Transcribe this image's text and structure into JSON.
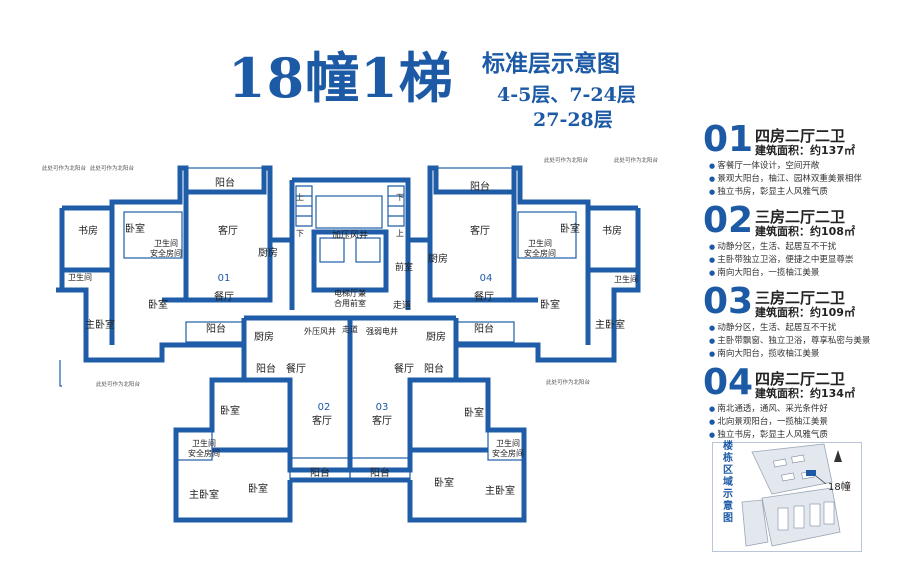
{
  "title": {
    "main": "18幢1梯",
    "sub": "标准层示意图",
    "floors1": "4-5层、7-24层",
    "floors2": "27-28层"
  },
  "units": [
    {
      "num": "01",
      "rooms": "四房二厅二卫",
      "area": "建筑面积：约137㎡",
      "features": [
        "客餐厅一体设计，空间开敞",
        "景观大阳台，柚江、园林双重美景相伴",
        "独立书房，彰显主人风雅气质"
      ]
    },
    {
      "num": "02",
      "rooms": "三房二厅二卫",
      "area": "建筑面积：约108㎡",
      "features": [
        "动静分区，生活、起居互不干扰",
        "主卧带独立卫浴，便捷之中更显尊崇",
        "南向大阳台，一揽柚江美景"
      ]
    },
    {
      "num": "03",
      "rooms": "三房二厅二卫",
      "area": "建筑面积：约109㎡",
      "features": [
        "动静分区，生活、起居互不干扰",
        "主卧带飘窗、独立卫浴，尊享私密与美景",
        "南向大阳台，揽收柚江美景"
      ]
    },
    {
      "num": "04",
      "rooms": "四房二厅二卫",
      "area": "建筑面积：约134㎡",
      "features": [
        "南北通透，通风、采光条件好",
        "北向景观阳台，一揽柚江美景",
        "独立书房，彰显主人风雅气质"
      ]
    }
  ],
  "map": {
    "label": "楼栋区域示意图",
    "building": "18幢"
  },
  "plan": {
    "rooms": {
      "balcony_01": "阳台",
      "study_01": "书房",
      "bedroom_01a": "卧室",
      "living_01": "客厅",
      "kitchen_01": "厨房",
      "dining_01": "餐厅",
      "unit_01": "01",
      "bedroom_01b": "卧室",
      "master_01": "主卧室",
      "balcony_01b": "阳台",
      "wc_01a": "卫生间",
      "safe_01": "安全房间",
      "wc_01b": "卫生间",
      "balcony_04": "阳台",
      "study_04": "书房",
      "bedroom_04a": "卧室",
      "living_04": "客厅",
      "kitchen_04": "厨房",
      "dining_04": "餐厅",
      "unit_04": "04",
      "bedroom_04b": "卧室",
      "master_04": "主卧室",
      "balcony_04b": "阳台",
      "wc_04a": "卫生间",
      "safe_04": "安全房间",
      "wc_04b": "卫生间",
      "kitchen_02": "厨房",
      "balcony_02a": "阳台",
      "dining_02": "餐厅",
      "living_02": "客厅",
      "unit_02": "02",
      "bedroom_02a": "卧室",
      "wc_02": "卫生间",
      "safe_02": "安全房间",
      "master_02": "主卧室",
      "bedroom_02b": "卧室",
      "balcony_02b": "阳台",
      "kitchen_03": "厨房",
      "balcony_03a": "阳台",
      "dining_03": "餐厅",
      "living_03": "客厅",
      "unit_03": "03",
      "bedroom_03a": "卧室",
      "wc_03": "卫生间",
      "safe_03": "安全房间",
      "master_03": "主卧室",
      "bedroom_03b": "卧室",
      "balcony_03b": "阳台",
      "shaft": "加压风井",
      "front_room": "前室",
      "corridor_r": "走道",
      "corridor_m": "走道",
      "lobby": "电梯厅兼",
      "lobby2": "合用前室",
      "shaft_a": "外压风井",
      "shaft_b": "强弱电井",
      "up_l": "上",
      "down_l": "下",
      "up_r": "上",
      "down_r": "下"
    },
    "notes": {
      "n1": "此处可作为北阳台",
      "n2": "此处可作为北阳台",
      "n3": "此处可作为北阳台",
      "n4": "此处可作为北阳台",
      "n5": "此处可作为北阳台",
      "n6": "此处可作为北阳台"
    }
  },
  "colors": {
    "brand": "#1d5aa6",
    "wall": "#1f5da8",
    "text": "#222222"
  }
}
